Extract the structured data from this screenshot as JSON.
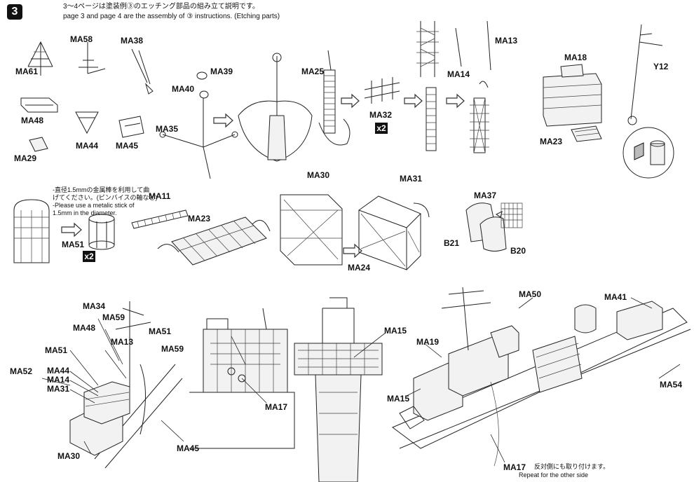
{
  "step": "3",
  "header": {
    "jp": "3～4ページは塗装例③のエッチング部品の組み立て説明です。",
    "en": "page 3 and page 4 are the assembly of ③ instructions. (Etching parts)"
  },
  "note": {
    "jp1": "-直径1.5mmの金属棒を利用して曲",
    "jp2": "げてください。(ピンバイスの軸など)",
    "en1": "-Please use a metalic stick of",
    "en2": "1.5mm in the diameter."
  },
  "multiplier": "x2",
  "repeat": {
    "jp": "反対側にも取り付けます。",
    "en": "Repeat for the other side"
  },
  "parts": {
    "ma61": "MA61",
    "ma58": "MA58",
    "ma38": "MA38",
    "ma39": "MA39",
    "ma40": "MA40",
    "ma25": "MA25",
    "ma13": "MA13",
    "ma14": "MA14",
    "ma18": "MA18",
    "y12": "Y12",
    "ma48": "MA48",
    "ma44": "MA44",
    "ma45": "MA45",
    "ma29": "MA29",
    "ma35": "MA35",
    "ma32": "MA32",
    "ma30": "MA30",
    "ma31": "MA31",
    "ma23": "MA23",
    "ma11": "MA11",
    "ma51": "MA51",
    "ma37": "MA37",
    "b21": "B21",
    "b20": "B20",
    "ma24": "MA24",
    "ma34": "MA34",
    "ma59": "MA59",
    "ma52": "MA52",
    "ma15": "MA15",
    "ma17": "MA17",
    "ma19": "MA19",
    "ma50": "MA50",
    "ma41": "MA41",
    "ma54": "MA54"
  }
}
